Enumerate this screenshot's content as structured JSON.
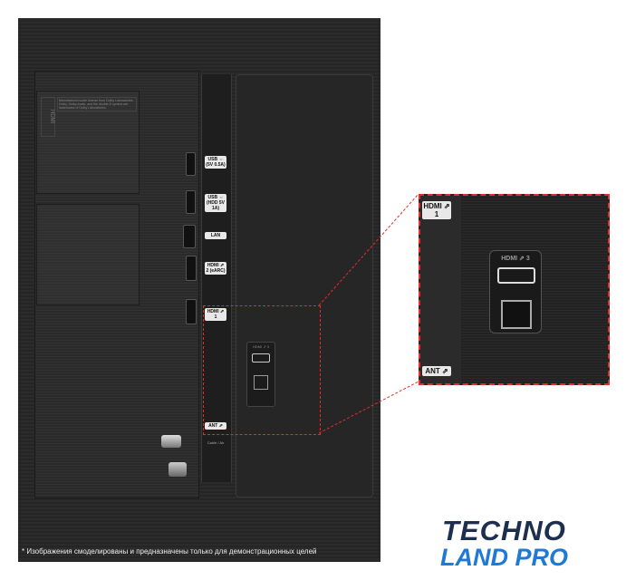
{
  "dolby_notice": "Manufactured under license from Dolby Laboratories. Dolby, Dolby Audio, and the double-D symbol are trademarks of Dolby Laboratories.",
  "side_label": "HDMI",
  "ports": {
    "usb1": "USB ⇔ (5V 0.5A)",
    "usb2": "USB ⇔ (HDD 5V 1A)",
    "lan": "LAN",
    "hdmi2": "HDMI ⇗ 2 (eARC)",
    "hdmi1": "HDMI ⇗ 1",
    "hdmi3": "HDMI ⇗ 3",
    "ant": "ANT ⇗",
    "cable": "Cable / Air"
  },
  "zoom": {
    "hdmi1": "HDMI ⇗ 1",
    "ant": "ANT ⇗",
    "hdmi3": "HDMI ⇗ 3"
  },
  "footer": "* Изображения смоделированы и предназначены только для демонстрационных целей",
  "logo": {
    "line1": "TECHNO",
    "line2": "LAND PRO"
  },
  "colors": {
    "callout": "#e62b2b",
    "logo_dark": "#1d2e4f",
    "logo_blue": "#1f7ad6"
  }
}
